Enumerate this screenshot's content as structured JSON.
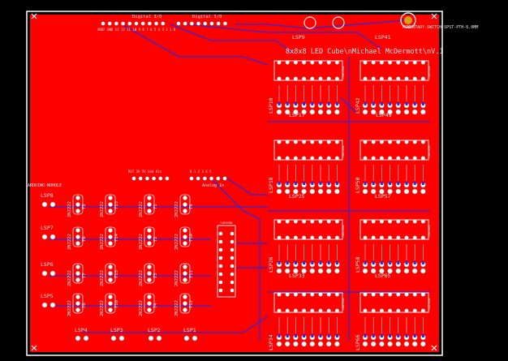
{
  "board": {
    "title": "8x8x8 LED Cube\\nMichael McDermott\\nV.1",
    "switch_label": "MOMENTARY-SWITCH-SPST-PTH-6.0MM",
    "arduino_label": "ARDUINO-NOHOLE",
    "digital_label_1": "Digital I/O",
    "digital_label_2": "Digital I/O",
    "digital_pins": "AREF GND 13 12 11 10 9 8     7 6 5 4 3 2 1 0",
    "power_pins": "RST 3V 5V Gnd Vin",
    "analog_pins": "0 1 2 3 4 5",
    "analog_label": "Analog In",
    "transistor_part": "2N2222",
    "shift_part": "74HC595N",
    "lsp_left": [
      "LSP8",
      "LSP7",
      "LSP6",
      "LSP5"
    ],
    "lsp_bottom": [
      "LSP4",
      "LSP3",
      "LSP2",
      "LSP1"
    ],
    "lsp_top": [
      "LSP9",
      "LSP41"
    ],
    "lsp_mid_left": [
      "LSP10",
      "LSP17",
      "LSP18",
      "LSP25",
      "LSP26",
      "LSP33",
      "LSP34"
    ],
    "lsp_mid_right": [
      "LSP42",
      "LSP49",
      "LSP50",
      "LSP57",
      "LSP58",
      "LSP65",
      "LSP66"
    ],
    "transistor_labels": [
      "T5",
      "T13",
      "T1",
      "T9",
      "T6",
      "T14",
      "T2",
      "T10",
      "T7",
      "T15",
      "T3",
      "T11",
      "T8",
      "T16",
      "T4",
      "T12"
    ]
  },
  "colors": {
    "background": "#000000",
    "copper": "#ff0000",
    "trace": "#2b2bd6",
    "silk": "#e6e6e6",
    "outline": "#ffffff"
  }
}
